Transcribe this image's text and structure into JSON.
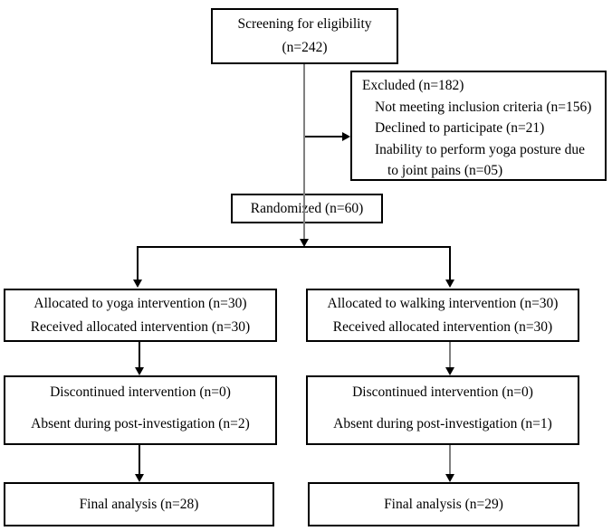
{
  "colors": {
    "box_border": "#000000",
    "connector_line": "#000000",
    "center_stem_line": "#808080",
    "background": "#ffffff",
    "text": "#000000"
  },
  "boxes": {
    "screening": {
      "line1": "Screening for eligibility",
      "line2": "(n=242)"
    },
    "excluded": {
      "title": "Excluded (n=182)",
      "items": [
        "Not meeting inclusion criteria (n=156)",
        "Declined to participate (n=21)",
        "Inability to perform yoga posture due",
        "to joint pains (n=05)"
      ]
    },
    "randomized": {
      "label": "Randomized (n=60)"
    },
    "allocation_yoga": {
      "line1": "Allocated to yoga intervention (n=30)",
      "line2": "Received allocated intervention (n=30)"
    },
    "allocation_walking": {
      "line1": "Allocated to walking intervention (n=30)",
      "line2": "Received allocated intervention (n=30)"
    },
    "followup_yoga": {
      "line1": "Discontinued intervention (n=0)",
      "line2": "Absent during post-investigation (n=2)"
    },
    "followup_walking": {
      "line1": "Discontinued intervention (n=0)",
      "line2": "Absent during post-investigation (n=1)"
    },
    "final_yoga": {
      "label": "Final analysis (n=28)"
    },
    "final_walking": {
      "label": "Final analysis (n=29)"
    }
  }
}
